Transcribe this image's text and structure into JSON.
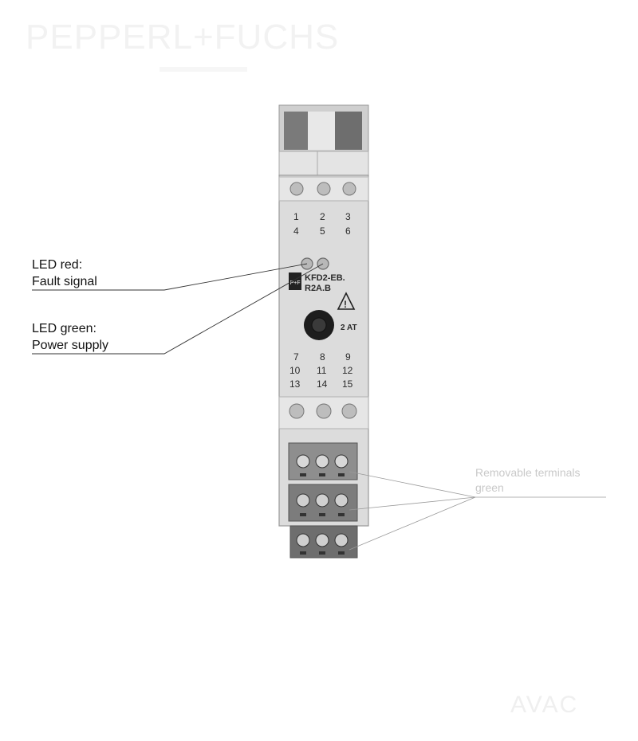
{
  "watermark": {
    "brand": "PEPPERL+FUCHS",
    "corner": "AVAC"
  },
  "callouts": {
    "led_red": {
      "line1": "LED red:",
      "line2": "Fault signal"
    },
    "led_green": {
      "line1": "LED green:",
      "line2": "Power supply"
    },
    "terminals": {
      "line1": "Removable terminals",
      "line2": "green"
    }
  },
  "device": {
    "model_line1": "KFD2-EB.",
    "model_line2": "R2A.B",
    "fuse_rating": "2 AT",
    "terminals_top_row1": [
      "1",
      "2",
      "3"
    ],
    "terminals_top_row2": [
      "4",
      "5",
      "6"
    ],
    "terminals_bottom_row1": [
      "7",
      "8",
      "9"
    ],
    "terminals_bottom_row2": [
      "10",
      "11",
      "12"
    ],
    "terminals_bottom_row3": [
      "13",
      "14",
      "15"
    ],
    "warning_symbol": "!",
    "logo_mark": "P+F"
  },
  "colors": {
    "housing": "#dcdcdc",
    "housing_shade": "#c4c4c4",
    "terminal_block": "#8a8a8a",
    "leader_line": "#333333",
    "faint_text": "#c9c9c9"
  }
}
